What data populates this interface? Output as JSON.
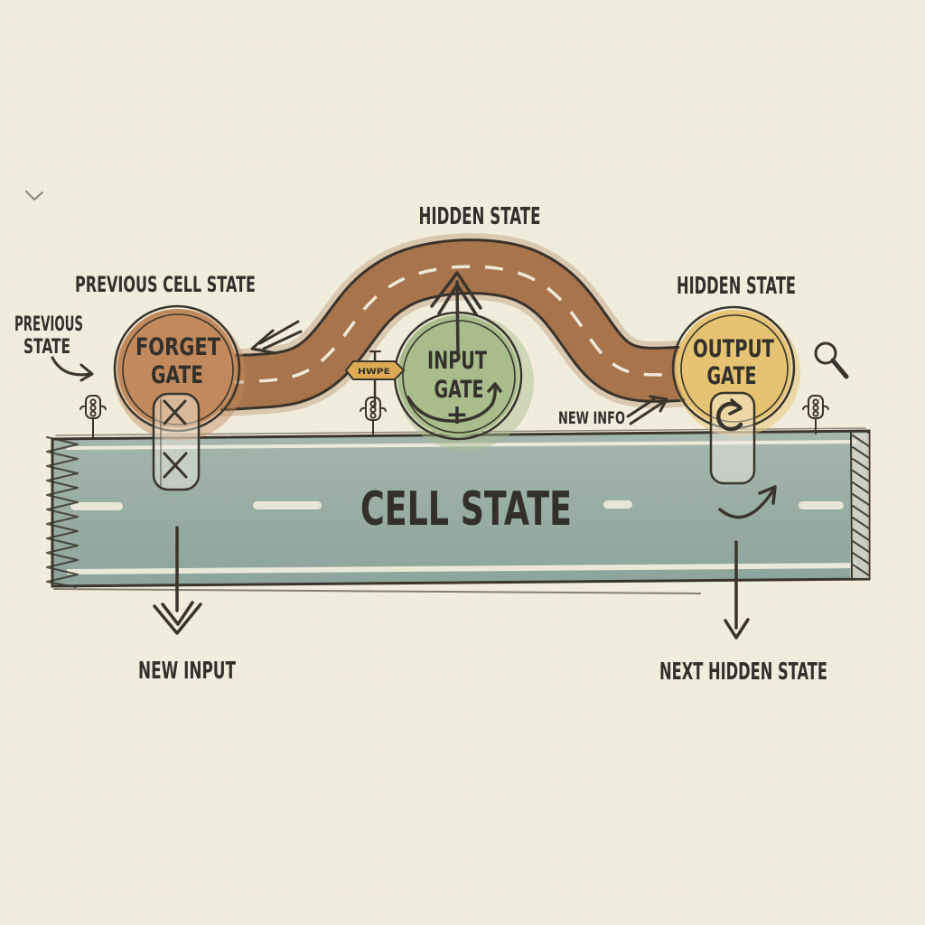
{
  "title": "Hand-drawn LSTM road diagram",
  "colors": {
    "paper": "#f1eddd",
    "paper_dot": "#e6e1cf",
    "ink": "#33302b",
    "road_brown": "#a8744b",
    "road_brown_outline": "#3a332b",
    "road_dash": "#f3efdf",
    "cell_road_top": "#a4b6ad",
    "cell_road_bottom": "#8da49c",
    "cell_road_line": "#efecdb",
    "forget_gate_fill": "#c28a5c",
    "input_gate_fill": "#a8bc8c",
    "output_gate_fill": "#e5c372",
    "gate_booth_fill": "rgba(243,240,229,0.45)",
    "sign_fill": "#dcaa52",
    "stray_mark": "#8a8878"
  },
  "labels": {
    "hidden_state_top": "HIDDEN STATE",
    "previous_cell_state": "PREVIOUS CELL STATE",
    "previous_state_line1": "PREVIOUS",
    "previous_state_line2": "STATE",
    "forget_gate_line1": "FORGET",
    "forget_gate_line2": "GATE",
    "input_gate_line1": "INPUT",
    "input_gate_line2": "GATE",
    "input_gate_plus": "+",
    "output_gate_line1": "OUTPUT",
    "output_gate_line2": "GATE",
    "hidden_state_right": "HIDDEN STATE",
    "new_info": "NEW INFO",
    "cell_state": "CELL STATE",
    "new_input": "NEW INPUT",
    "next_hidden_state": "NEXT HIDDEN STATE",
    "road_sign_text": "HWPE"
  },
  "icons": {
    "traffic_light": "traffic-light-icon (outline box with 3 lamps on a pole)",
    "magnifier": "magnifier-icon (search magnifying glass)",
    "road_sign": "road-sign-icon (orange double-arrow signpost)",
    "refresh_arrow": "refresh-arrow-icon (clockwise circular arrow in output booth)",
    "x_mark": "x-mark-icon (crossed strokes in forget booth, 2x)"
  }
}
